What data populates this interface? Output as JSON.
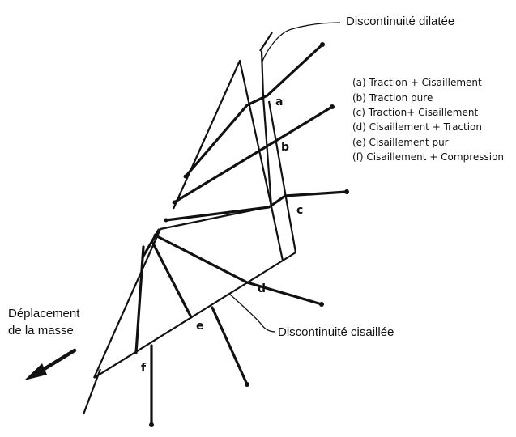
{
  "labels": {
    "discontinuite_dilatee": "Discontinuité dilatée",
    "discontinuite_cisaillee": "Discontinuité cisaillée",
    "deplacement_line1": "Déplacement",
    "deplacement_line2": "de la masse"
  },
  "letters": [
    "a",
    "b",
    "c",
    "d",
    "e",
    "f"
  ],
  "legend": [
    "(a) Traction + Cisaillement",
    "(b) Traction pure",
    "(c) Traction+ Cisaillement",
    "(d) Cisaillement + Traction",
    "(e) Cisaillement pur",
    "(f) Cisaillement + Compression"
  ]
}
